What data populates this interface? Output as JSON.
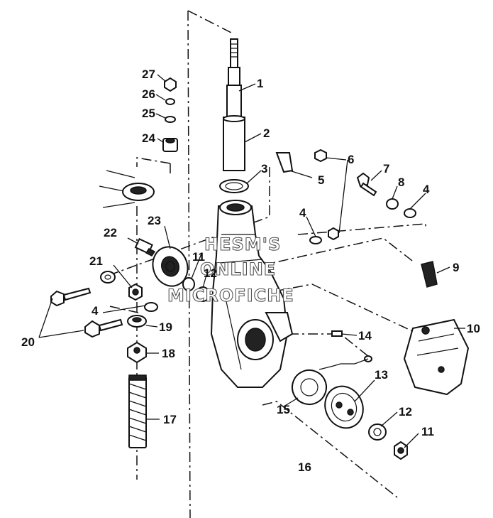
{
  "watermark": {
    "line1": "HESM'S",
    "line2": "ONLINE",
    "line3": "MICROFICHE"
  },
  "callouts": {
    "c1": "1",
    "c2": "2",
    "c3": "3",
    "c4a": "4",
    "c4b": "4",
    "c4c": "4",
    "c5": "5",
    "c6": "6",
    "c7": "7",
    "c8": "8",
    "c9": "9",
    "c10": "10",
    "c11a": "11",
    "c11b": "11",
    "c12a": "12",
    "c12b": "12",
    "c13": "13",
    "c14": "14",
    "c15": "15",
    "c16": "16",
    "c17": "17",
    "c18": "18",
    "c19": "19",
    "c20": "20",
    "c21": "21",
    "c22": "22",
    "c23": "23",
    "c24": "24",
    "c25": "25",
    "c26": "26",
    "c27": "27"
  }
}
